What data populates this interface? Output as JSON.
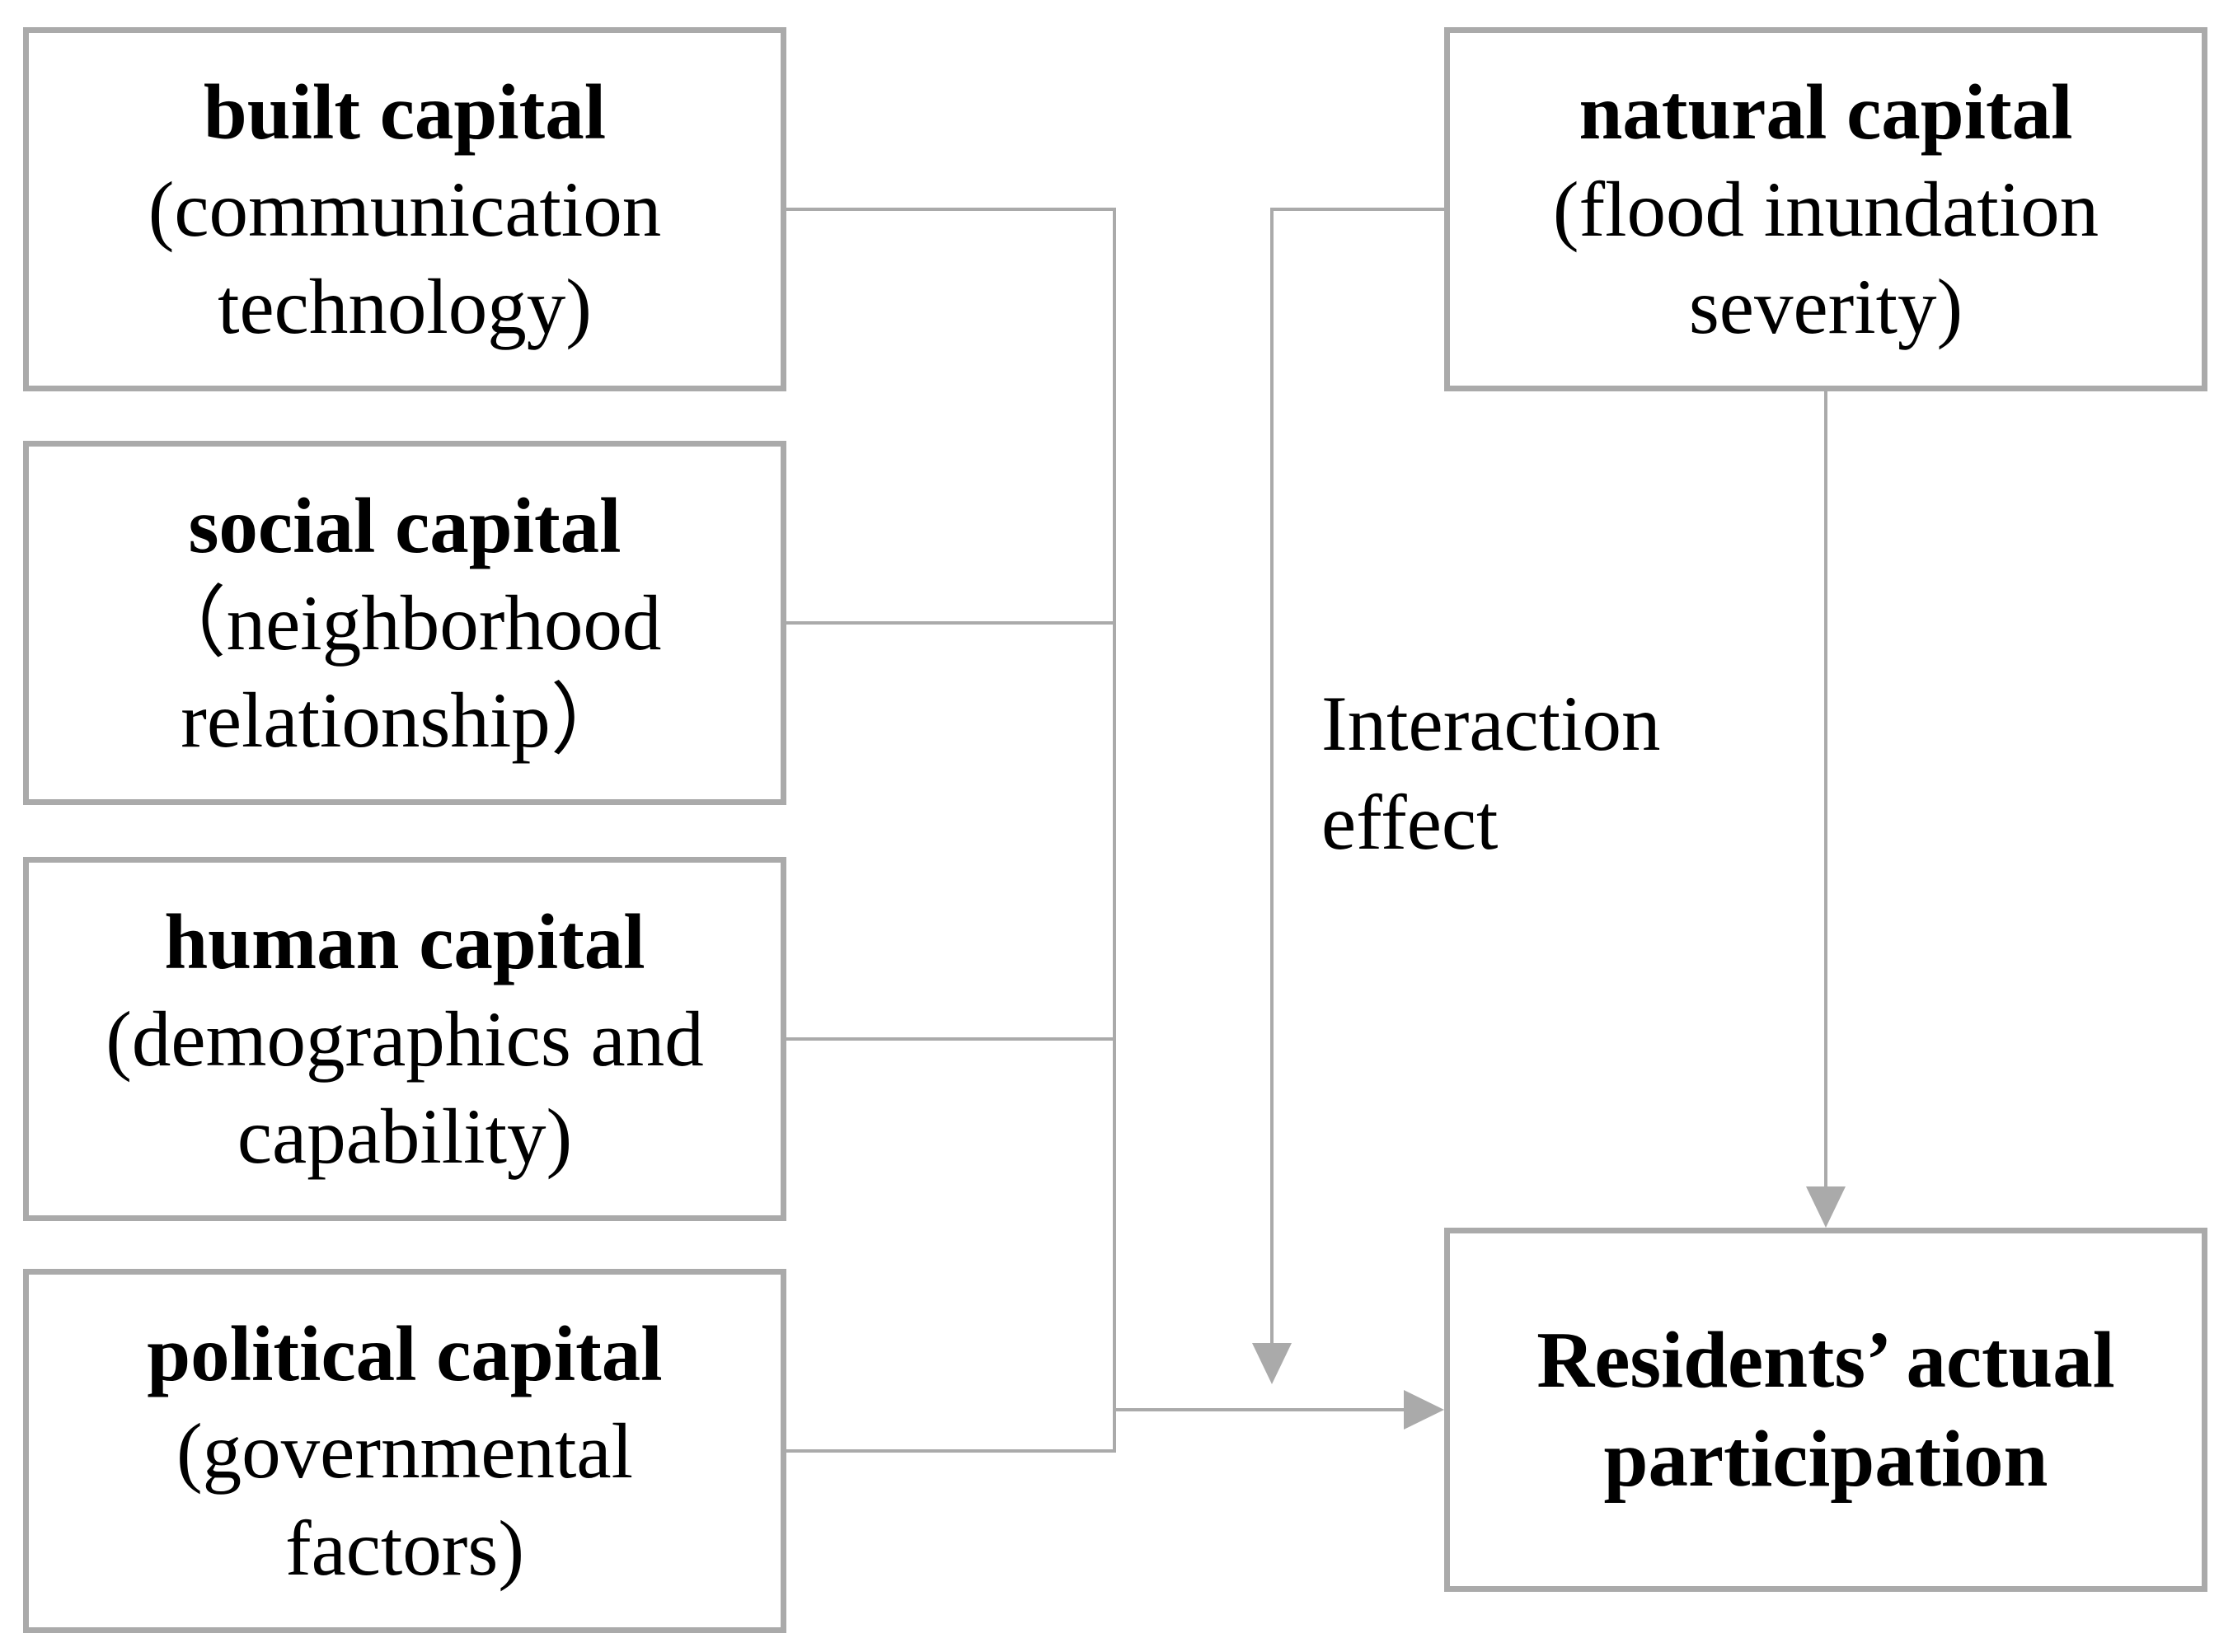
{
  "boxes": {
    "built": {
      "title": "built capital",
      "line1": "(communication",
      "line2": "technology)"
    },
    "social": {
      "title": "social capital",
      "line1": "（neighborhood",
      "line2": "relationship）"
    },
    "human": {
      "title": "human capital",
      "line1": "(demographics and",
      "line2": "capability)"
    },
    "political": {
      "title": "political capital",
      "line1": "(governmental",
      "line2": "factors)"
    },
    "natural": {
      "title": "natural capital",
      "line1": "(flood inundation",
      "line2": "severity)"
    },
    "outcome": {
      "line1": "Residents’ actual",
      "line2": "participation"
    }
  },
  "interaction": {
    "line1": "Interaction",
    "line2": "effect"
  },
  "colors": {
    "connector": "#aaaaaa",
    "border": "#aaaaaa",
    "text": "#000000"
  }
}
